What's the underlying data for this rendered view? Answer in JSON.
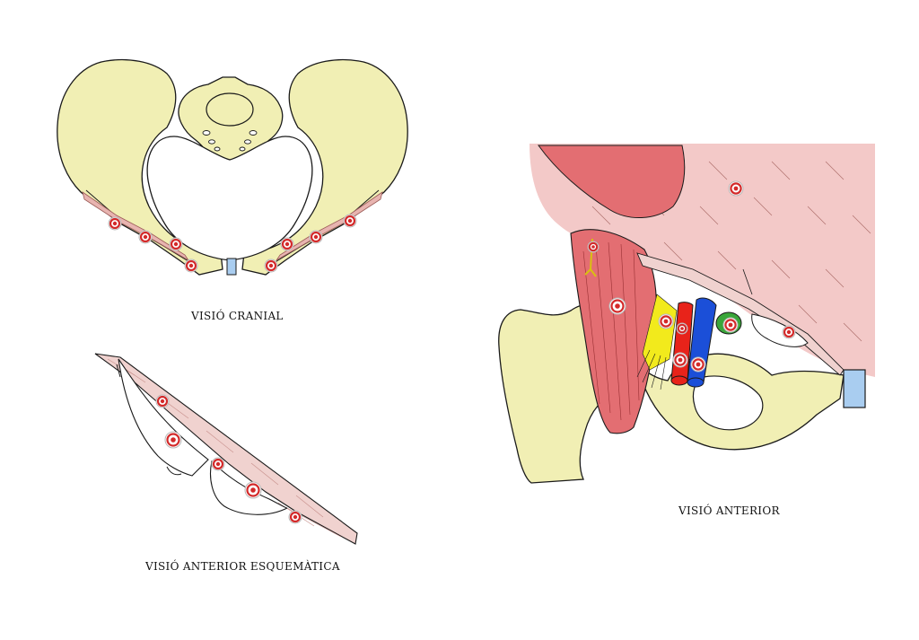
{
  "captions": {
    "cranial": "VISIÓ CRANIAL",
    "schematic": "VISIÓ ANTERIOR ESQUEMÀTICA",
    "anterior": "VISIÓ ANTERIOR"
  },
  "colors": {
    "bone": "#f1efb4",
    "outline": "#1a1a1a",
    "muscle": "#e36e72",
    "muscle_light": "#f3c9c8",
    "ligament": "#e8b4b0",
    "cartilage": "#a9cdf0",
    "artery": "#e8231a",
    "vein": "#1b4fd8",
    "nerve": "#f2ea1c",
    "lymph": "#3aa63a",
    "marker": "#d32a2a"
  },
  "icons": {
    "marker": "target-marker-icon"
  },
  "markers": {
    "cranial": 8,
    "schematic": 5,
    "anterior": 9
  }
}
